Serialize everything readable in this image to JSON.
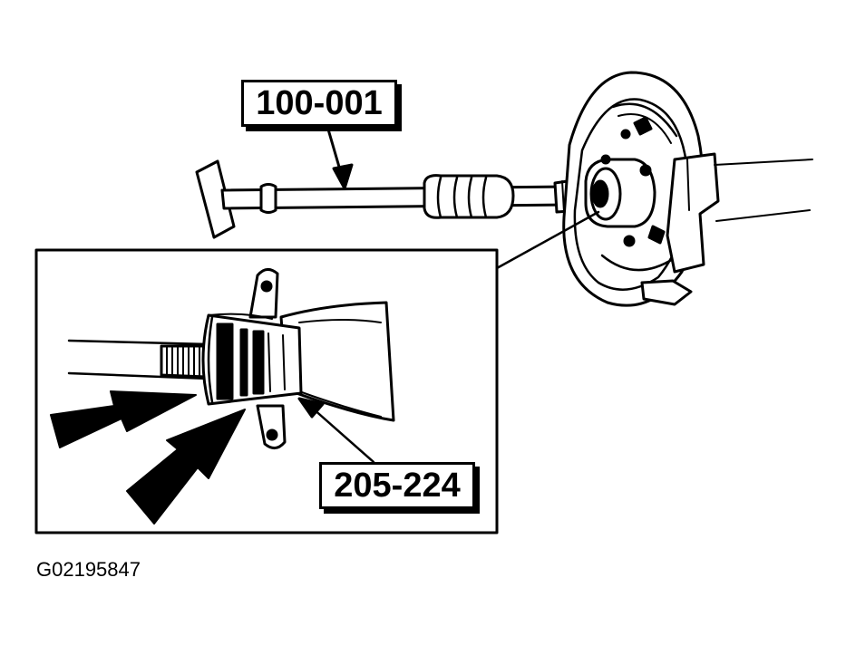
{
  "callouts": {
    "tool_top": "100-001",
    "tool_bottom": "205-224"
  },
  "figure_id": "G02195847",
  "colors": {
    "ink": "#000000",
    "paper": "#ffffff"
  }
}
